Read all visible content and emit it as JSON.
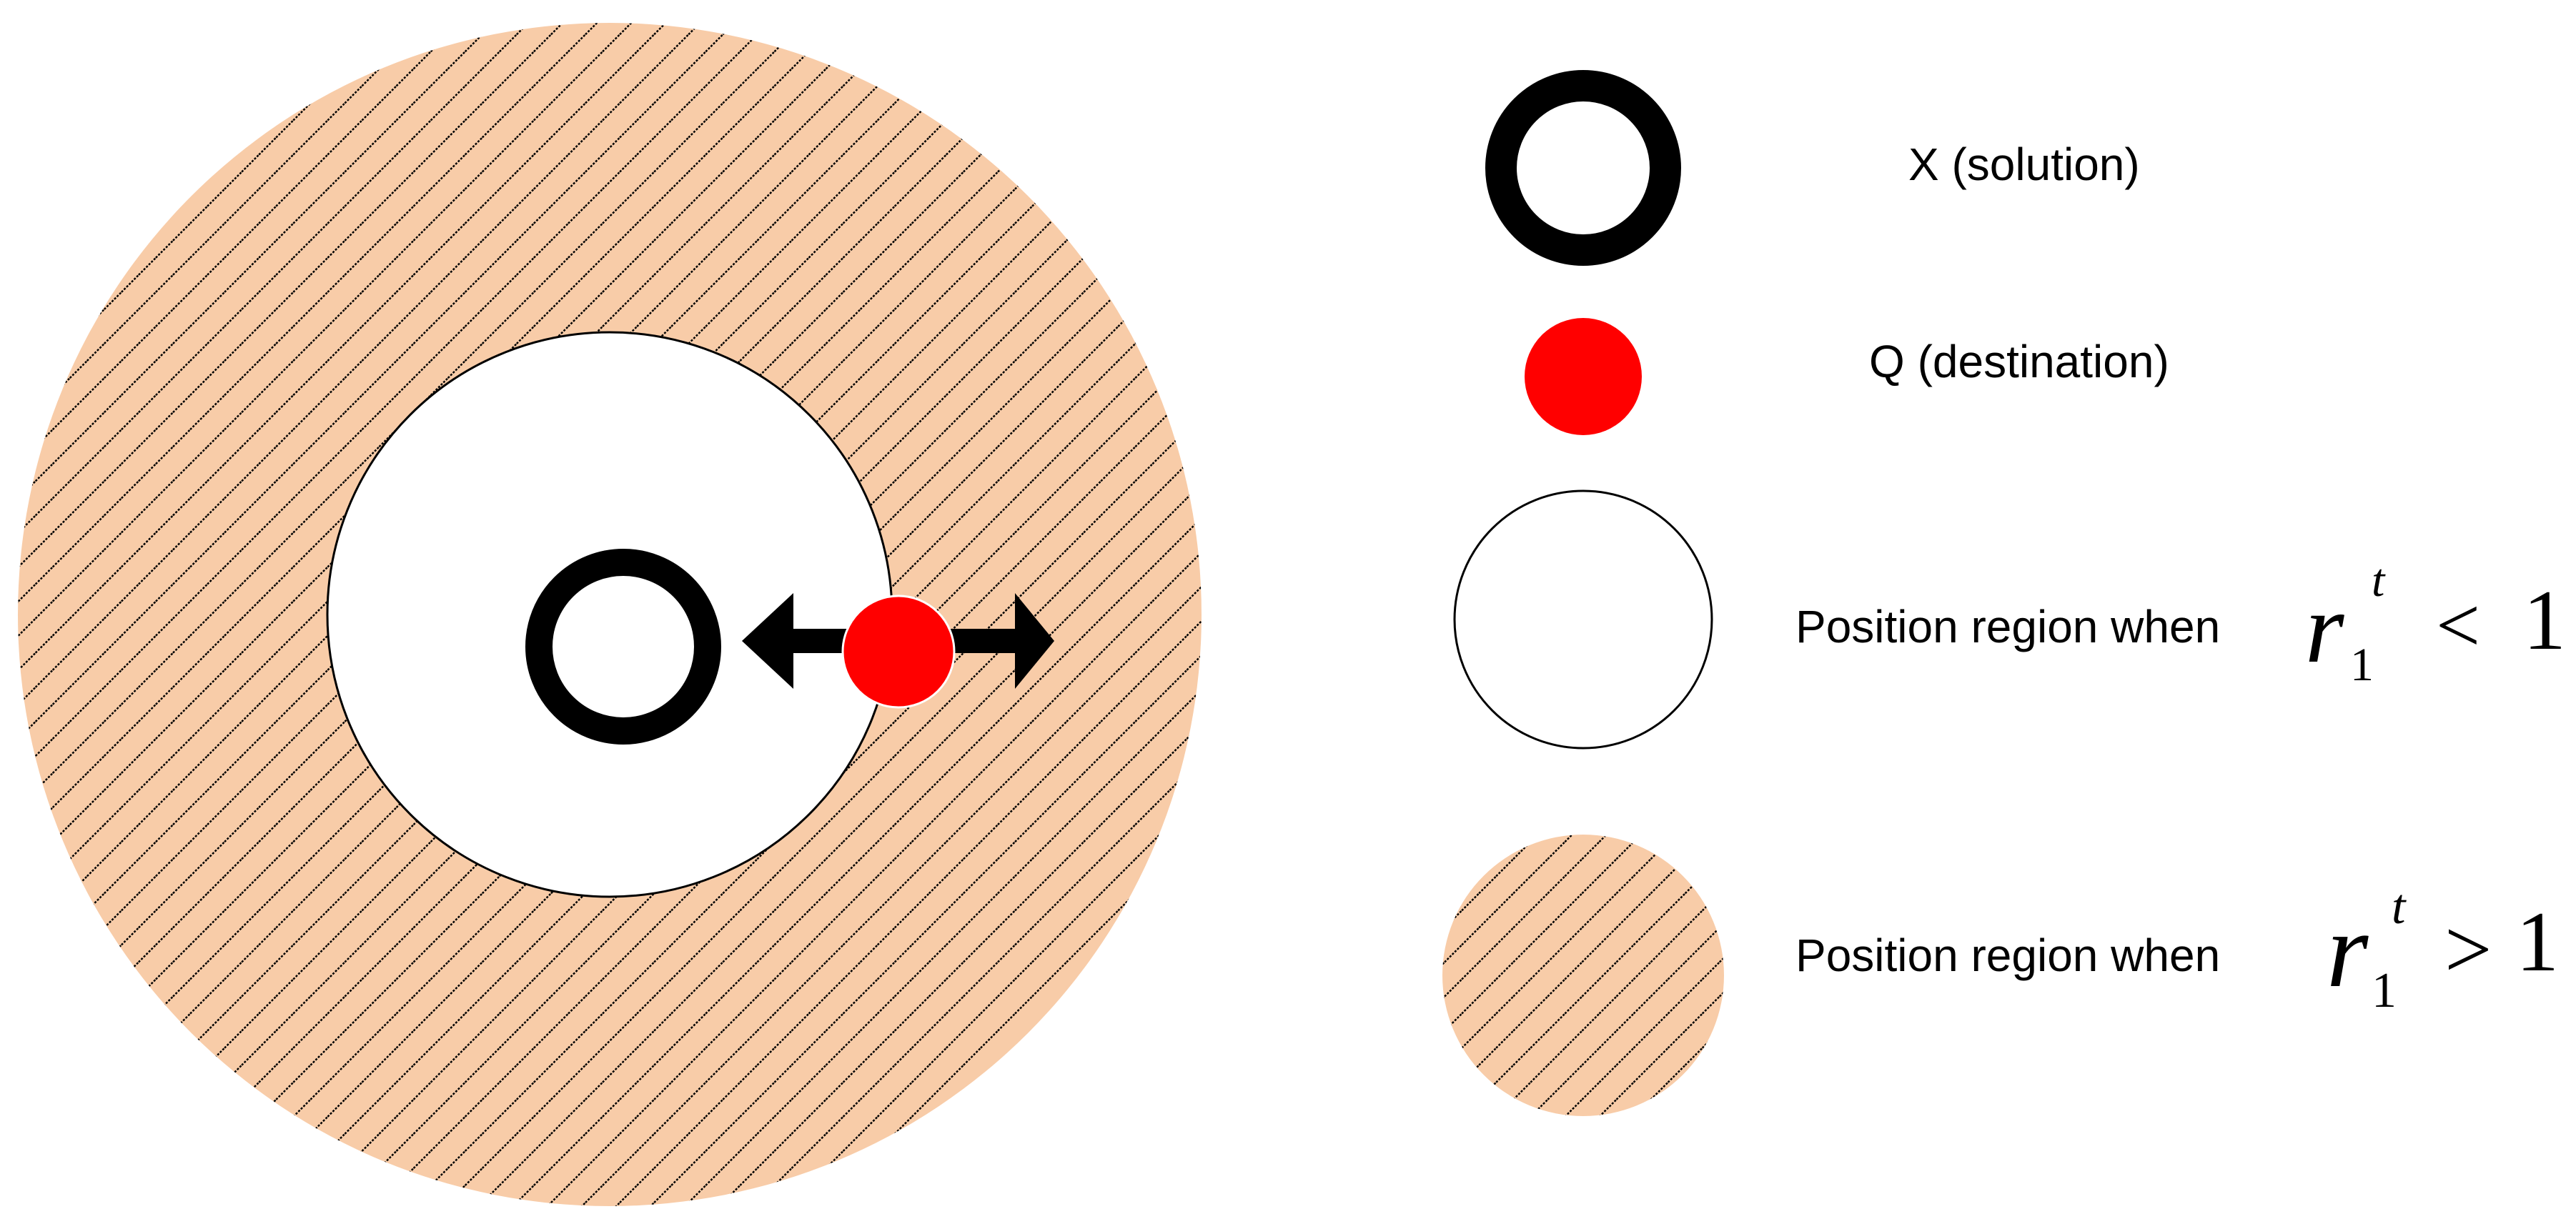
{
  "colors": {
    "hatch_fill": "#F8CCA8",
    "hatch_stroke": "#000000",
    "destination": "#FF0000",
    "solution_ring": "#000000",
    "arrow": "#000000"
  },
  "legend": {
    "solution_label": "X (solution)",
    "destination_label": "Q (destination)",
    "inner_region_label": "Position region when",
    "outer_region_label": "Position region when",
    "inner_math": {
      "var": "r",
      "sub": "1",
      "sup": "t",
      "op": "<",
      "val": "1"
    },
    "outer_math": {
      "var": "r",
      "sub": "1",
      "sup": "t",
      "op": ">",
      "val": "1"
    }
  },
  "icons": {
    "solution": "ring-icon",
    "destination": "red-dot-icon",
    "arrows": "double-arrow-icon"
  }
}
